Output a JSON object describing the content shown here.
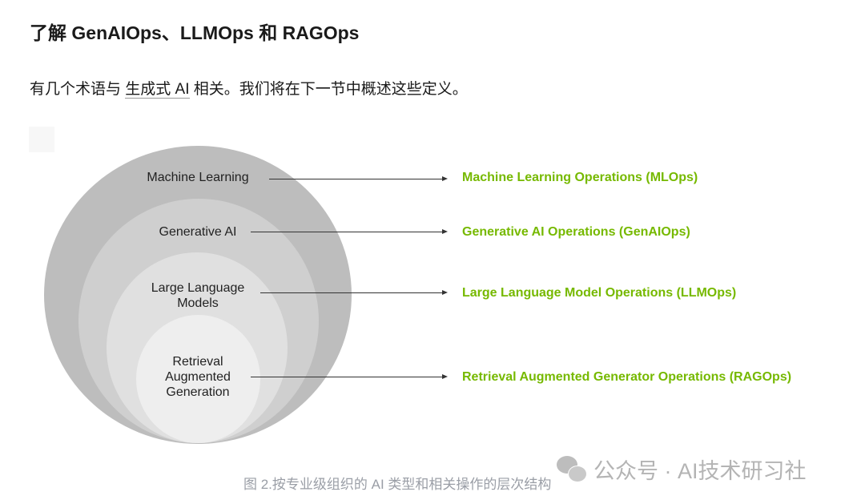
{
  "heading": "了解 GenAIOps、LLMOps 和 RAGOps",
  "intro": {
    "before": "有几个术语与 ",
    "link": "生成式 AI",
    "after": " 相关。我们将在下一节中概述这些定义。"
  },
  "diagram": {
    "circles": [
      {
        "label": "Machine Learning",
        "operation": "Machine Learning Operations (MLOps)",
        "color": "#bdbdbd"
      },
      {
        "label": "Generative AI",
        "operation": "Generative AI Operations (GenAIOps)",
        "color": "#cfcfcf"
      },
      {
        "label": "Large Language\nModels",
        "operation": "Large Language Model Operations (LLMOps)",
        "color": "#e0e0e0"
      },
      {
        "label": "Retrieval\nAugmented\nGeneration",
        "operation": "Retrieval Augmented Generator Operations (RAGOps)",
        "color": "#eeeeee"
      }
    ],
    "accent": "#76b900"
  },
  "caption": "图 2.按专业级组织的 AI 类型和相关操作的层次结构",
  "watermark": "公众号 · AI技术研习社"
}
